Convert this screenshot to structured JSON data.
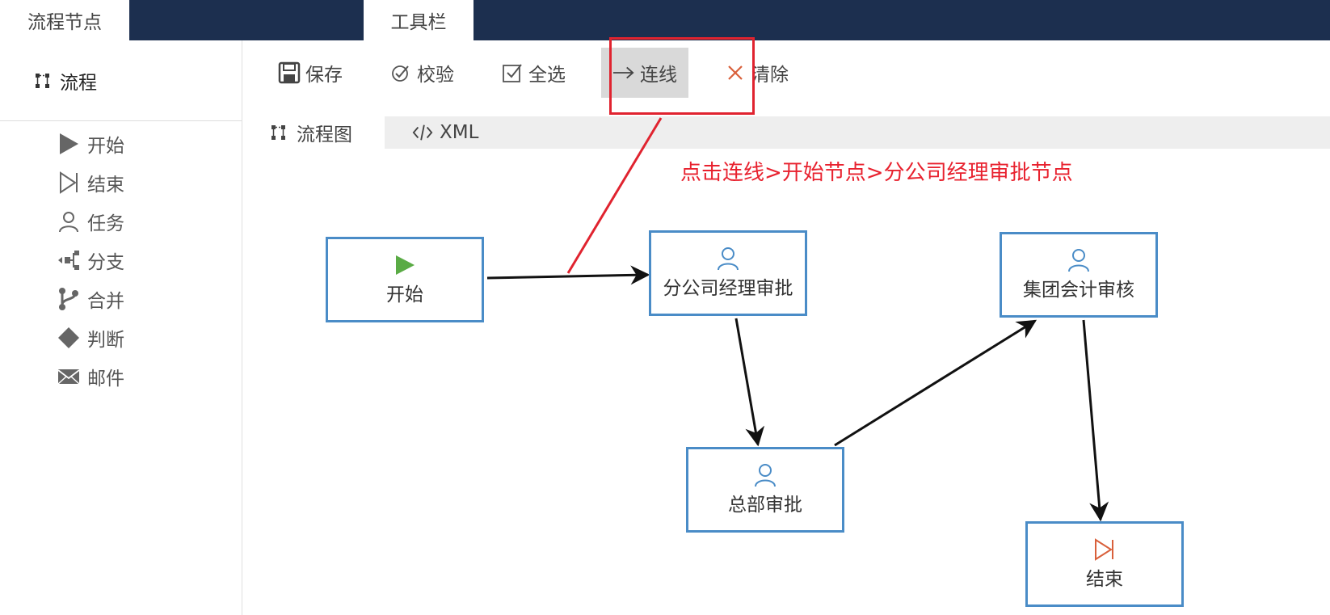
{
  "header": {
    "left_tab": "流程节点",
    "tools_tab": "工具栏"
  },
  "sidebar": {
    "title": "流程",
    "items": [
      {
        "label": "开始",
        "icon": "play-icon"
      },
      {
        "label": "结束",
        "icon": "end-icon"
      },
      {
        "label": "任务",
        "icon": "user-icon"
      },
      {
        "label": "分支",
        "icon": "fork-icon"
      },
      {
        "label": "合并",
        "icon": "merge-icon"
      },
      {
        "label": "判断",
        "icon": "diamond-icon"
      },
      {
        "label": "邮件",
        "icon": "mail-icon"
      }
    ]
  },
  "toolbar": {
    "save": "保存",
    "validate": "校验",
    "select_all": "全选",
    "connect": "连线",
    "clear": "清除"
  },
  "view_tabs": {
    "flow": "流程图",
    "xml": "XML"
  },
  "annotation": "点击连线>开始节点>分公司经理审批节点",
  "nodes": {
    "start": "开始",
    "branch_manager": "分公司经理审批",
    "hq": "总部审批",
    "group_accounting": "集团会计审核",
    "end": "结束"
  },
  "colors": {
    "header_bg": "#1c2f4f",
    "node_border": "#4a8cc7",
    "start_green": "#5aab45",
    "end_orange": "#d9603b",
    "annotation_red": "#e8212e",
    "clear_red": "#d9603b"
  }
}
